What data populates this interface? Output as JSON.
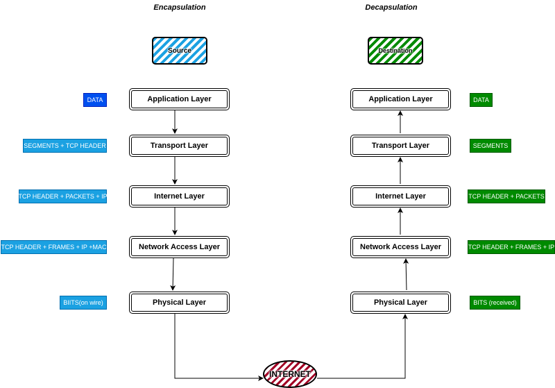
{
  "headings": {
    "left": "Encapsulation",
    "right": "Decapsulation"
  },
  "endpoints": {
    "source": "Source",
    "destination": "Destination",
    "internet": "INTERNET"
  },
  "encapsulation": {
    "layers": [
      "Application Layer",
      "Transport Layer",
      "Internet Layer",
      "Network Access Layer",
      "Physical Layer"
    ],
    "tags": [
      "DATA",
      "SEGMENTS + TCP HEADER",
      "TCP HEADER + PACKETS + IP",
      "TCP HEADER + FRAMES + IP +MAC",
      "BIITS(on wire)"
    ]
  },
  "decapsulation": {
    "layers": [
      "Application Layer",
      "Transport Layer",
      "Internet Layer",
      "Network Access Layer",
      "Physical Layer"
    ],
    "tags": [
      "DATA",
      "SEGMENTS",
      "TCP HEADER + PACKETS",
      "TCP HEADER + FRAMES + IP",
      "BITS (received)"
    ]
  },
  "colors": {
    "encapsulation_tag": "#1ba1e2",
    "encapsulation_data_tag": "#0050ef",
    "decapsulation_tag": "#008a00",
    "internet_hatch": "#a20025"
  }
}
